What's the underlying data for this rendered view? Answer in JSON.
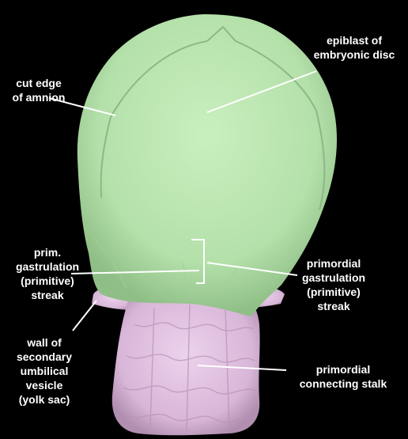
{
  "colors": {
    "background": "#000000",
    "epiblast": "#bde6b4",
    "stalk": "#e2c4e2",
    "leader": "#ffffff",
    "text": "#ffffff"
  },
  "labels": {
    "epiblast": [
      "epiblast of",
      "embryonic disc"
    ],
    "amnion": [
      "cut edge",
      "of amnion"
    ],
    "prim_streak_left": [
      "prim.",
      "gastrulation",
      "(primitive)",
      "streak"
    ],
    "prim_streak_right": [
      "primordial",
      "gastrulation",
      "(primitive)",
      "streak"
    ],
    "yolk_sac": [
      "wall of",
      "secondary",
      "umbilical",
      "vesicle",
      "(yolk sac)"
    ],
    "connecting_stalk": [
      "primordial",
      "connecting stalk"
    ]
  }
}
